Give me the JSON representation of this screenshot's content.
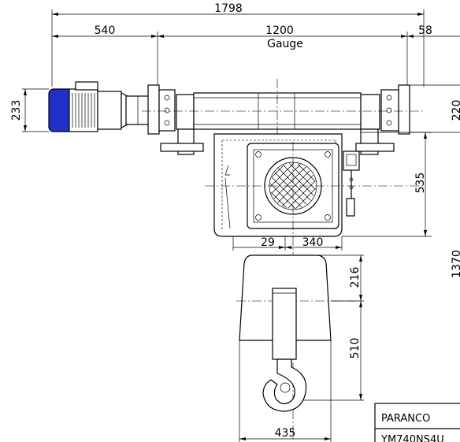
{
  "dimensions": {
    "overall_width": "1798",
    "offset_left": "540",
    "gauge": "1200",
    "gauge_label": "Gauge",
    "offset_right": "58",
    "motor_height": "233",
    "beam_height": "220",
    "hook_offset_upper": "535",
    "hook_total_height": "1370",
    "drum_offset_a": "29",
    "drum_offset_b": "340",
    "hook_block_upper": "216",
    "hook_block_lower": "510",
    "hook_block_width": "435"
  },
  "title_block": {
    "company": "PARANCO",
    "model_code": "YM740NS4U"
  },
  "colors": {
    "motor_blue": "#2230c8",
    "line": "#000000"
  }
}
